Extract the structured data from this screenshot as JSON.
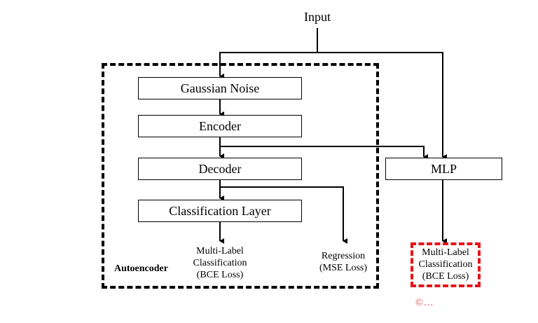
{
  "input_label": "Input",
  "boxes": {
    "gaussian_noise": "Gaussian Noise",
    "encoder": "Encoder",
    "decoder": "Decoder",
    "classification_layer": "Classification Layer",
    "mlp": "MLP"
  },
  "autoencoder_label": "Autoencoder",
  "outputs": {
    "ae_classification": [
      "Multi-Label",
      "Classification",
      "(BCE Loss)"
    ],
    "regression": [
      "Regression",
      "(MSE Loss)"
    ],
    "mlp_classification": [
      "Multi-Label",
      "Classification",
      "(BCE Loss)"
    ]
  },
  "colors": {
    "line": "#000000",
    "highlight": "#e8141b"
  },
  "watermark": "©… "
}
